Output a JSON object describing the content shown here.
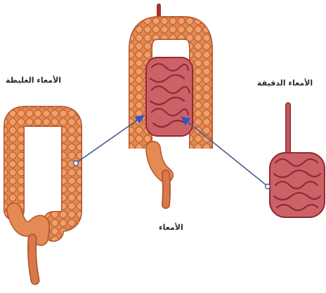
{
  "labels": {
    "large_intestine": "الأمعاء الغليظة",
    "small_intestine": "الأمعاء الدقيقة",
    "intestines": "الأمعاء"
  },
  "colors": {
    "colon_fill": "#e48a55",
    "colon_stroke": "#b5532a",
    "small_intestine_fill": "#c8545c",
    "small_intestine_stroke": "#8e2c34",
    "pointer_line": "#4a5a8c"
  }
}
